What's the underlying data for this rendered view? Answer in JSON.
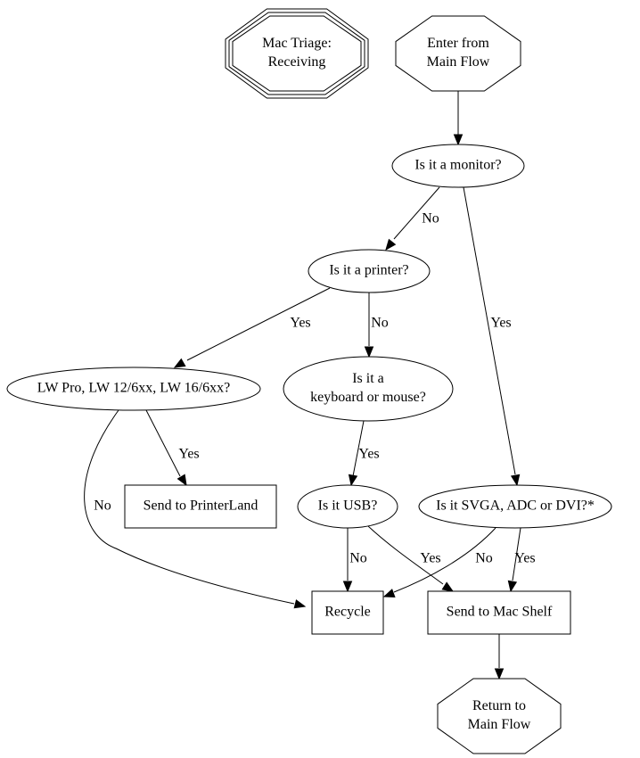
{
  "title": "Mac Triage: Receiving",
  "nodes": {
    "title_node": {
      "lines": [
        "Mac Triage:",
        "Receiving"
      ],
      "shape": "tripleoctagon"
    },
    "enter": {
      "lines": [
        "Enter from",
        "Main Flow"
      ],
      "shape": "octagon"
    },
    "monitor": {
      "lines": [
        "Is it a monitor?"
      ],
      "shape": "ellipse"
    },
    "printer": {
      "lines": [
        "Is it a printer?"
      ],
      "shape": "ellipse"
    },
    "lw": {
      "lines": [
        "LW Pro, LW 12/6xx, LW 16/6xx?"
      ],
      "shape": "ellipse"
    },
    "kbd": {
      "lines": [
        "Is it a",
        "keyboard or mouse?"
      ],
      "shape": "ellipse"
    },
    "printerland": {
      "lines": [
        "Send to PrinterLand"
      ],
      "shape": "box"
    },
    "usb": {
      "lines": [
        "Is it USB?"
      ],
      "shape": "ellipse"
    },
    "svga": {
      "lines": [
        "Is it SVGA, ADC or DVI?*"
      ],
      "shape": "ellipse"
    },
    "recycle": {
      "lines": [
        "Recycle"
      ],
      "shape": "box"
    },
    "macshelf": {
      "lines": [
        "Send to Mac Shelf"
      ],
      "shape": "box"
    },
    "return": {
      "lines": [
        "Return to",
        "Main Flow"
      ],
      "shape": "octagon"
    }
  },
  "edges": [
    {
      "from": "enter",
      "to": "monitor",
      "label": ""
    },
    {
      "from": "monitor",
      "to": "printer",
      "label": "No"
    },
    {
      "from": "monitor",
      "to": "svga",
      "label": "Yes"
    },
    {
      "from": "printer",
      "to": "lw",
      "label": "Yes"
    },
    {
      "from": "printer",
      "to": "kbd",
      "label": "No"
    },
    {
      "from": "lw",
      "to": "printerland",
      "label": "Yes"
    },
    {
      "from": "lw",
      "to": "recycle",
      "label": "No"
    },
    {
      "from": "kbd",
      "to": "usb",
      "label": "Yes"
    },
    {
      "from": "usb",
      "to": "recycle",
      "label": "No"
    },
    {
      "from": "usb",
      "to": "macshelf",
      "label": "Yes"
    },
    {
      "from": "svga",
      "to": "recycle",
      "label": "No"
    },
    {
      "from": "svga",
      "to": "macshelf",
      "label": "Yes"
    },
    {
      "from": "macshelf",
      "to": "return",
      "label": ""
    }
  ]
}
